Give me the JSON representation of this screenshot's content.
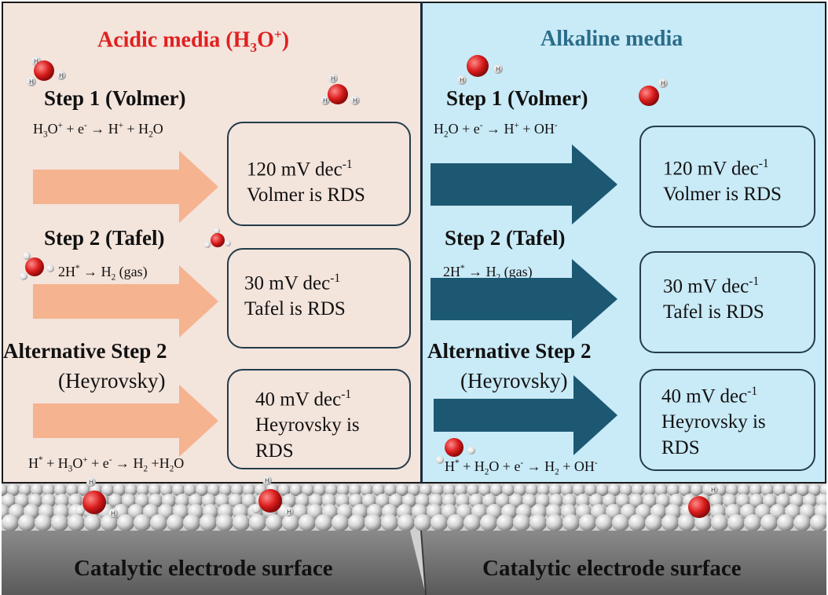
{
  "colors": {
    "acidic_bg": "#f3e4dc",
    "alkaline_bg": "#c9eaf7",
    "acidic_arrow": "#f5b38f",
    "alkaline_arrow": "#1d5872",
    "acidic_title": "#e02020",
    "alkaline_title": "#2a6d8a"
  },
  "acidic": {
    "title_pre": "Acidic media (H",
    "title_sub": "3",
    "title_mid": "O",
    "title_sup": "+",
    "title_post": ")",
    "step1": "Step 1 (Volmer)",
    "step1_eq": {
      "a": "H",
      "b": "3",
      "c": "O",
      "d": "+",
      "e": " + e",
      "f": "-",
      "g": " → H",
      "h": "+",
      "i": " + H",
      "j": "2",
      "k": "O"
    },
    "box1": {
      "line1": "120 mV dec",
      "sup": "-1",
      "line2": "Volmer is RDS"
    },
    "step2": "Step 2 (Tafel)",
    "step2_eq": {
      "a": "2H",
      "b": "*",
      "c": " → H",
      "d": "2",
      "e": " (gas)"
    },
    "box2": {
      "line1": "30 mV dec",
      "sup": "-1",
      "line2": "Tafel is RDS"
    },
    "alt_step": "Alternative Step 2",
    "alt_step_sub": "(Heyrovsky)",
    "alt_eq": {
      "a": "H",
      "b": "*",
      "c": " + H",
      "d": "3",
      "e": "O",
      "f": "+",
      "g": " + e",
      "h": "-",
      "i": " → H",
      "j": "2",
      "k": " +H",
      "l": "2",
      "m": "O"
    },
    "box3": {
      "line1": "40 mV dec",
      "sup": "-1",
      "line2": "Heyrovsky is",
      "line3": "RDS"
    },
    "surface_label": "Catalytic electrode surface"
  },
  "alkaline": {
    "title": "Alkaline media",
    "step1": "Step 1 (Volmer)",
    "step1_eq": {
      "a": "H",
      "b": "2",
      "c": "O + e",
      "d": "-",
      "e": " → H",
      "f": "+",
      "g": " + OH",
      "h": "-"
    },
    "box1": {
      "line1": "120 mV dec",
      "sup": "-1",
      "line2": "Volmer is RDS"
    },
    "step2": "Step 2 (Tafel)",
    "step2_eq": {
      "a": "2H",
      "b": "*",
      "c": " → H",
      "d": "2",
      "e": " (gas)"
    },
    "box2": {
      "line1": "30 mV dec",
      "sup": "-1",
      "line2": "Tafel is RDS"
    },
    "alt_step": "Alternative Step 2",
    "alt_step_sub": "(Heyrovsky)",
    "alt_eq": {
      "a": "H",
      "b": "*",
      "c": " + H",
      "d": "2",
      "e": "O + e",
      "f": "-",
      "g": " → H",
      "h": "2",
      "i": " + OH",
      "j": "-"
    },
    "box3": {
      "line1": "40 mV dec",
      "sup": "-1",
      "line2": "Heyrovsky is",
      "line3": "RDS"
    },
    "surface_label": "Catalytic electrode surface"
  },
  "icons": {
    "molecule": "water-molecule-icon",
    "hydroxide": "hydroxide-icon",
    "arrow": "right-arrow-icon"
  }
}
